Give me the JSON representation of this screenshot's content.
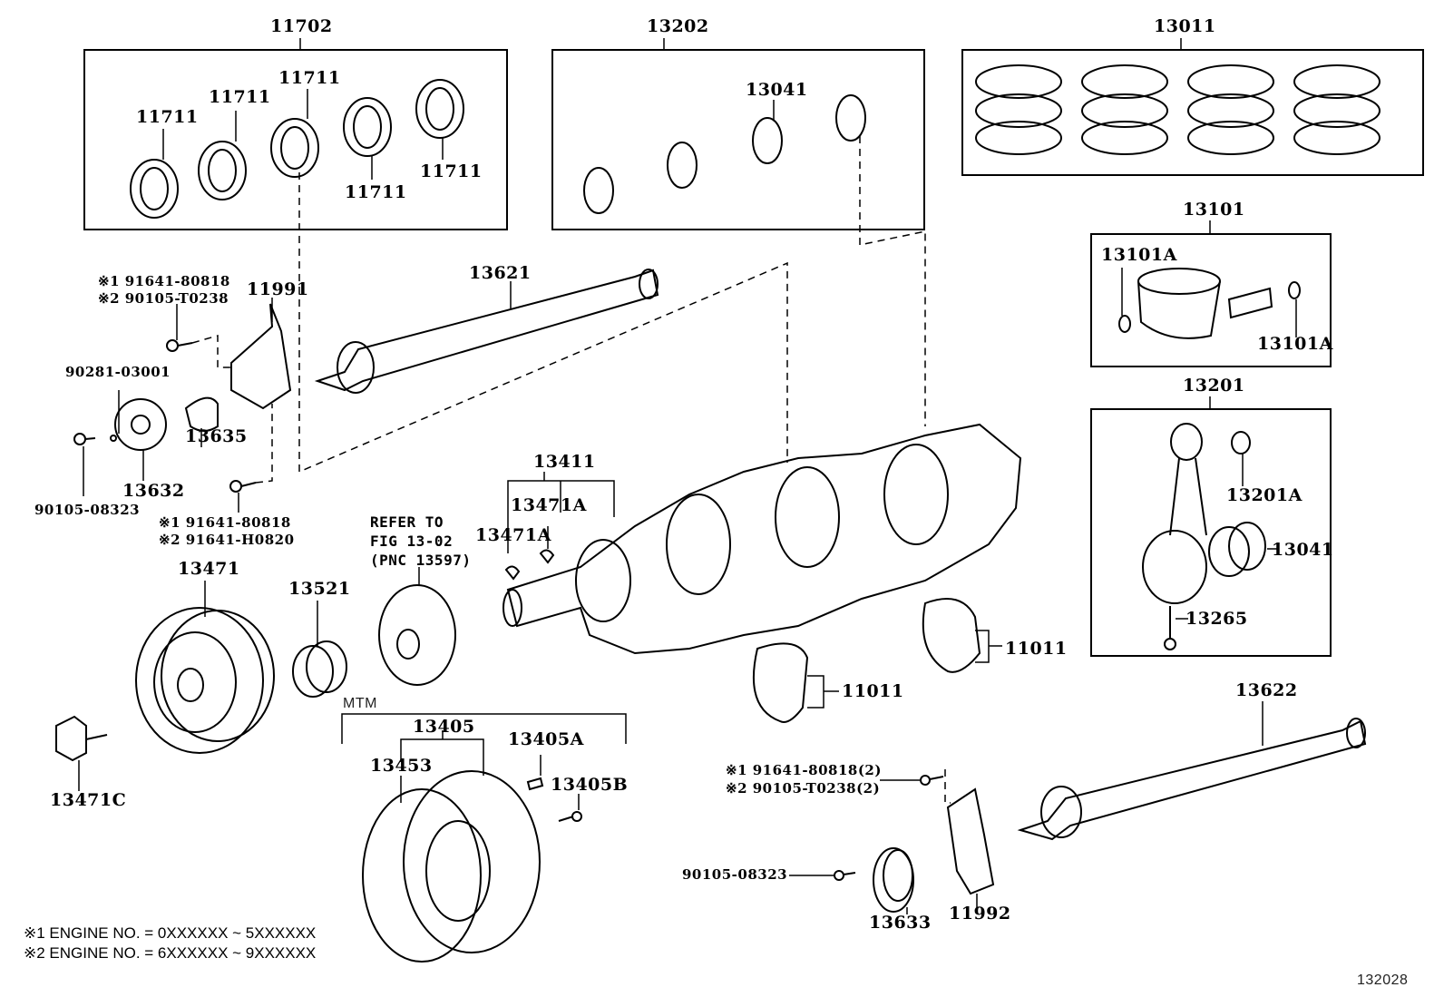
{
  "diagram": {
    "title_code": "132028",
    "groups": {
      "main_bearing_set": {
        "pnc": "11702",
        "items": [
          "11711",
          "11711",
          "11711",
          "11711",
          "11711"
        ]
      },
      "conrod_bearing_set": {
        "pnc": "13202",
        "item": "13041"
      },
      "piston_ring_set": {
        "pnc": "13011"
      },
      "piston_sub_assy": {
        "pnc": "13101",
        "items": [
          "13101A",
          "13101A"
        ]
      },
      "connecting_rod_sub_assy": {
        "pnc": "13201",
        "items": [
          "13201A",
          "13041",
          "13265"
        ]
      },
      "crankshaft": {
        "pnc": "13411",
        "items": [
          "13471A",
          "13471A"
        ]
      },
      "flywheel_mtm": {
        "tag": "MTM",
        "pnc": "13405",
        "items": [
          "13453",
          "13405A",
          "13405B"
        ]
      }
    },
    "labels": {
      "p11702": "11702",
      "p11711_1": "11711",
      "p11711_2": "11711",
      "p11711_3": "11711",
      "p11711_4": "11711",
      "p11711_5": "11711",
      "p13202": "13202",
      "p13041_top": "13041",
      "p13011": "13011",
      "p13101": "13101",
      "p13101A_left": "13101A",
      "p13101A_right": "13101A",
      "p13201": "13201",
      "p13201A": "13201A",
      "p13041_right": "13041",
      "p13265": "13265",
      "p13621": "13621",
      "p11991": "11991",
      "p13635": "13635",
      "p13632": "13632",
      "p90281": "90281-03001",
      "p90105_left": "90105-08323",
      "bolt_top_1": "※1 91641-80818",
      "bolt_top_2": "※2 90105-T0238",
      "bolt_bot_1": "※1 91641-80818",
      "bolt_bot_2": "※2 91641-H0820",
      "p13411": "13411",
      "p13471A_1": "13471A",
      "p13471A_2": "13471A",
      "refer_1": "REFER TO",
      "refer_2": "FIG 13-02",
      "refer_3": "(PNC 13597)",
      "p13471": "13471",
      "p13521": "13521",
      "p13471C": "13471C",
      "mtm": "MTM",
      "p13405": "13405",
      "p13453": "13453",
      "p13405A": "13405A",
      "p13405B": "13405B",
      "p11011_a": "11011",
      "p11011_b": "11011",
      "bolt_right_1": "※1 91641-80818(2)",
      "bolt_right_2": "※2 90105-T0238(2)",
      "p90105_right": "90105-08323",
      "p13633": "13633",
      "p11992": "11992",
      "p13622": "13622",
      "note_1": "※1 ENGINE NO. = 0XXXXXX ~ 5XXXXXX",
      "note_2": "※2 ENGINE NO. = 6XXXXXX ~ 9XXXXXX",
      "figure_code": "132028"
    }
  }
}
